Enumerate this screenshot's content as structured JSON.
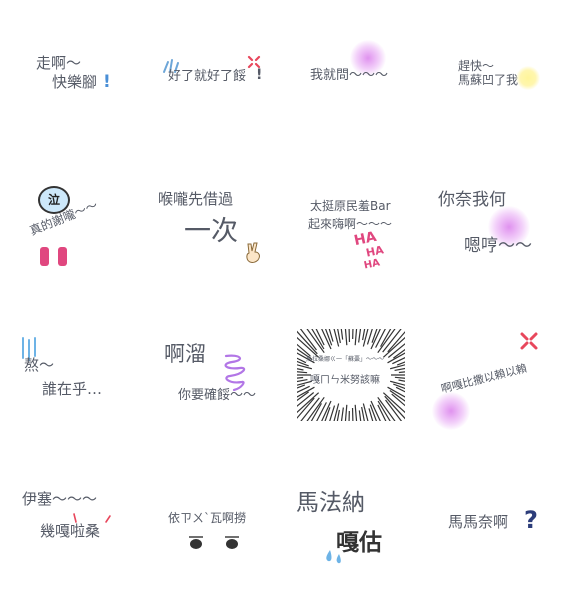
{
  "stickers": [
    {
      "lines": [
        "走啊～",
        "快樂腳"
      ],
      "mark": "!"
    },
    {
      "lines": [
        "好了就好了餒"
      ],
      "mark": "!"
    },
    {
      "lines": [
        "我就問～～～"
      ]
    },
    {
      "lines": [
        "趕快～",
        "馬蘇凹了我"
      ]
    },
    {
      "lines": [
        "真的謝嚨～～"
      ],
      "badge": "泣"
    },
    {
      "lines": [
        "喉嚨先借過",
        "一次"
      ]
    },
    {
      "lines": [
        "太挺原民羞Bar",
        "起來嗨啊～～～"
      ],
      "extra": [
        "HA",
        "HA",
        "HA"
      ]
    },
    {
      "lines": [
        "你奈我何",
        "嗯哼～～"
      ]
    },
    {
      "lines": [
        "熬～",
        "誰在乎…"
      ]
    },
    {
      "lines": [
        "啊溜",
        "你要確餒～～"
      ]
    },
    {
      "lines": [
        "馬拉桑娜ㄍ一「蘇棗」～～～",
        "嘎ㄇㄣ米努該嘛"
      ]
    },
    {
      "lines": [
        "啊嘎比撒以賴以賴"
      ]
    },
    {
      "lines": [
        "伊塞～～～",
        "幾嘎啦桑"
      ]
    },
    {
      "lines": [
        "依ㄗㄨˋ瓦啊撈"
      ]
    },
    {
      "lines": [
        "馬法納",
        "嘎估"
      ]
    },
    {
      "lines": [
        "馬馬奈啊"
      ],
      "mark": "?"
    }
  ],
  "colors": {
    "text": "#555a66",
    "glow": "#e6a3f2",
    "pink": "#e0477f",
    "blue": "#6db3e6",
    "red": "#e8475c"
  }
}
